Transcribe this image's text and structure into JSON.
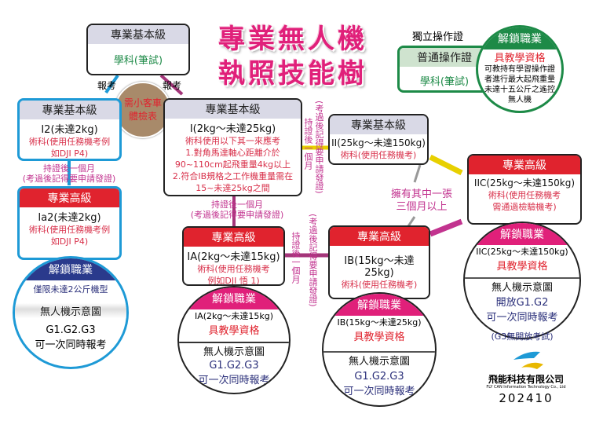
{
  "title": {
    "line1": "專業無人機",
    "line2": "執照技能樹"
  },
  "top_box": {
    "header": "專業基本級",
    "body": "學科(筆試)"
  },
  "exam_left": "報考",
  "exam_right": "報考",
  "medical": "需小客車體檢表",
  "general": {
    "label": "獨立操作證",
    "header": "普通操作證",
    "body": "學科(筆試)"
  },
  "general_unlock": {
    "header": "解鎖職業",
    "qual": "具教學資格",
    "desc": "可教持有學習操作證者進行最大起飛重量未達十五公斤之遙控無人機"
  },
  "i2": {
    "header": "專業基本級",
    "class": "I2(未達2kg)",
    "skill": "術科(使用任務機考例如DJI P4)"
  },
  "i2_to_ia2": {
    "line1": "持證後一個月",
    "line2": "(考過後記得要申請發證)"
  },
  "ia2": {
    "header": "專業高級",
    "class": "Ia2(未達2kg)",
    "skill": "術科(使用任務機考例如DJI P4)"
  },
  "ia2_unlock": {
    "header": "解鎖職業",
    "limit": "僅限未達2公斤機型",
    "drone": "無人機示意圖",
    "exams": "G1.G2.G3",
    "note": "可一次同時報考"
  },
  "i": {
    "header": "專業基本級",
    "class": "I(2kg～未達25kg)",
    "skill": "術科使用以下其一來應考",
    "opt1": "1.對角馬達軸心距離介於90~110cm起飛重量4kg以上",
    "opt2": "2.符合IB規格之工作機重量需在15~未達25kg之間"
  },
  "i_to_ia": {
    "line1": "持證後一個月",
    "line2": "(考過後記得要申請發證)"
  },
  "i_to_ii": {
    "line1": "持證後一個月",
    "line2": "(考過後記得要申請發證)"
  },
  "ia": {
    "header": "專業高級",
    "class": "IA(2kg～未達15kg)",
    "skill": "術科(使用任務機考例如DJI 悟 1)"
  },
  "ia_to_ib": {
    "line1": "持證後一個月",
    "line2": "(考過後記得要申請發證)"
  },
  "ia_unlock": {
    "header": "解鎖職業",
    "class": "IA(2kg～未達15kg)",
    "qual": "具教學資格",
    "drone": "無人機示意圖",
    "exams": "G1.G2.G3",
    "note": "可一次同時報考"
  },
  "ii": {
    "header": "專業基本級",
    "class": "II(25kg～未達150kg)",
    "skill": "術科(使用任務機考)"
  },
  "either": {
    "line1": "擁有其中一張",
    "line2": "三個月以上"
  },
  "ib": {
    "header": "專業高級",
    "class": "IB(15kg～未達25kg)",
    "skill": "術科(使用任務機考)"
  },
  "ib_unlock": {
    "header": "解鎖職業",
    "class": "IB(15kg～未達25kg)",
    "qual": "具教學資格",
    "drone": "無人機示意圖",
    "exams": "G1.G2.G3",
    "note": "可一次同時報考"
  },
  "iic": {
    "header": "專業高級",
    "class": "IIC(25kg～未達150kg)",
    "skill1": "術科(使用任務機考",
    "skill2": "需通過檢驗機考)"
  },
  "iic_unlock": {
    "header": "解鎖職業",
    "class": "IIC(25kg～未達150kg)",
    "qual": "具教學資格",
    "drone": "無人機示意圖",
    "exams": "開放G1.G2",
    "note": "可一次同時報考",
    "g3": "(G3無開放考試)"
  },
  "company": {
    "name": "飛能科技有限公司",
    "en": "FLY CAN Information Technology Co., Ltd",
    "date": "202410"
  },
  "colors": {
    "pink": "#e0207a",
    "red": "#e0232e",
    "blue": "#1e9ad6",
    "navy": "#2a3a8c",
    "green": "#1d8a47",
    "brown": "#a88a6a"
  }
}
